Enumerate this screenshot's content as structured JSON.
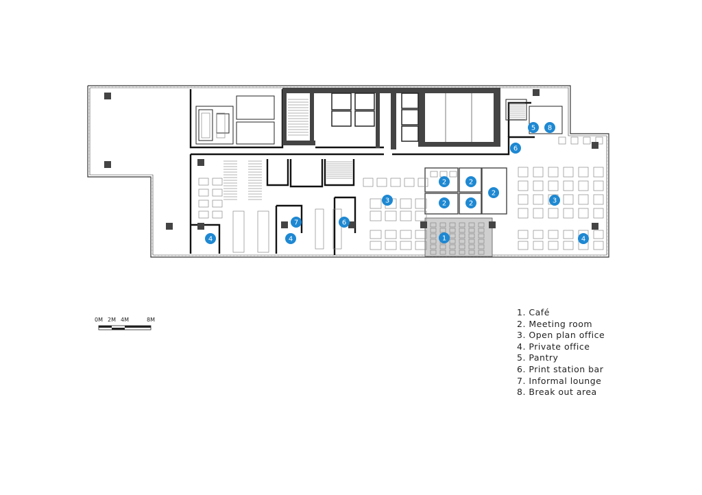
{
  "scale": {
    "labels": [
      "0M",
      "2M",
      "4M",
      "8M"
    ]
  },
  "legend": {
    "items": [
      "1. Café",
      "2. Meeting room",
      "3. Open plan office",
      "4. Private office",
      "5. Pantry",
      "6. Print station bar",
      "7. Informal lounge",
      "8. Break out area"
    ]
  },
  "markers": [
    "1",
    "2",
    "2",
    "2",
    "2",
    "2",
    "3",
    "3",
    "4",
    "4",
    "4",
    "5",
    "6",
    "6",
    "7",
    "8"
  ],
  "colors": {
    "marker": "#1e88d2",
    "cafe_fill": "#cfcfcf",
    "core_fill": "#444444"
  }
}
